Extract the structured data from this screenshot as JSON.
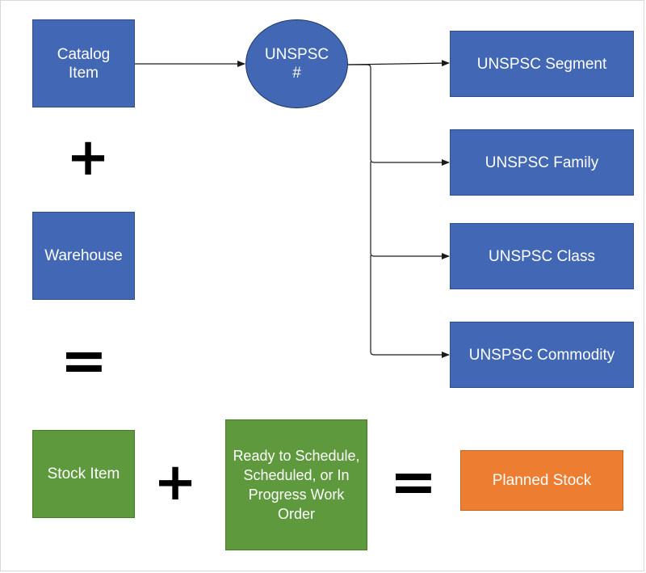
{
  "diagram": {
    "colors": {
      "blue": "#4268b5",
      "green": "#5e9a3d",
      "orange": "#ed7d31",
      "text": "#ffffff",
      "operator": "#000000",
      "connector": "#1a1a1a"
    },
    "nodes": {
      "catalog_item": "Catalog Item",
      "unspsc_number": "UNSPSC #",
      "warehouse": "Warehouse",
      "unspsc_segment": "UNSPSC Segment",
      "unspsc_family": "UNSPSC Family",
      "unspsc_class": "UNSPSC Class",
      "unspsc_commodity": "UNSPSC Commodity",
      "stock_item": "Stock Item",
      "work_order": "Ready to Schedule, Scheduled, or In Progress Work Order",
      "planned_stock": "Planned Stock"
    },
    "operators": {
      "plus_1": "+",
      "equals_1": "=",
      "plus_2": "+",
      "equals_2": "="
    },
    "edges": [
      {
        "from": "Catalog Item",
        "to": "UNSPSC #"
      },
      {
        "from": "UNSPSC #",
        "to": "UNSPSC Segment"
      },
      {
        "from": "UNSPSC #",
        "to": "UNSPSC Family"
      },
      {
        "from": "UNSPSC #",
        "to": "UNSPSC Class"
      },
      {
        "from": "UNSPSC #",
        "to": "UNSPSC Commodity"
      }
    ]
  }
}
